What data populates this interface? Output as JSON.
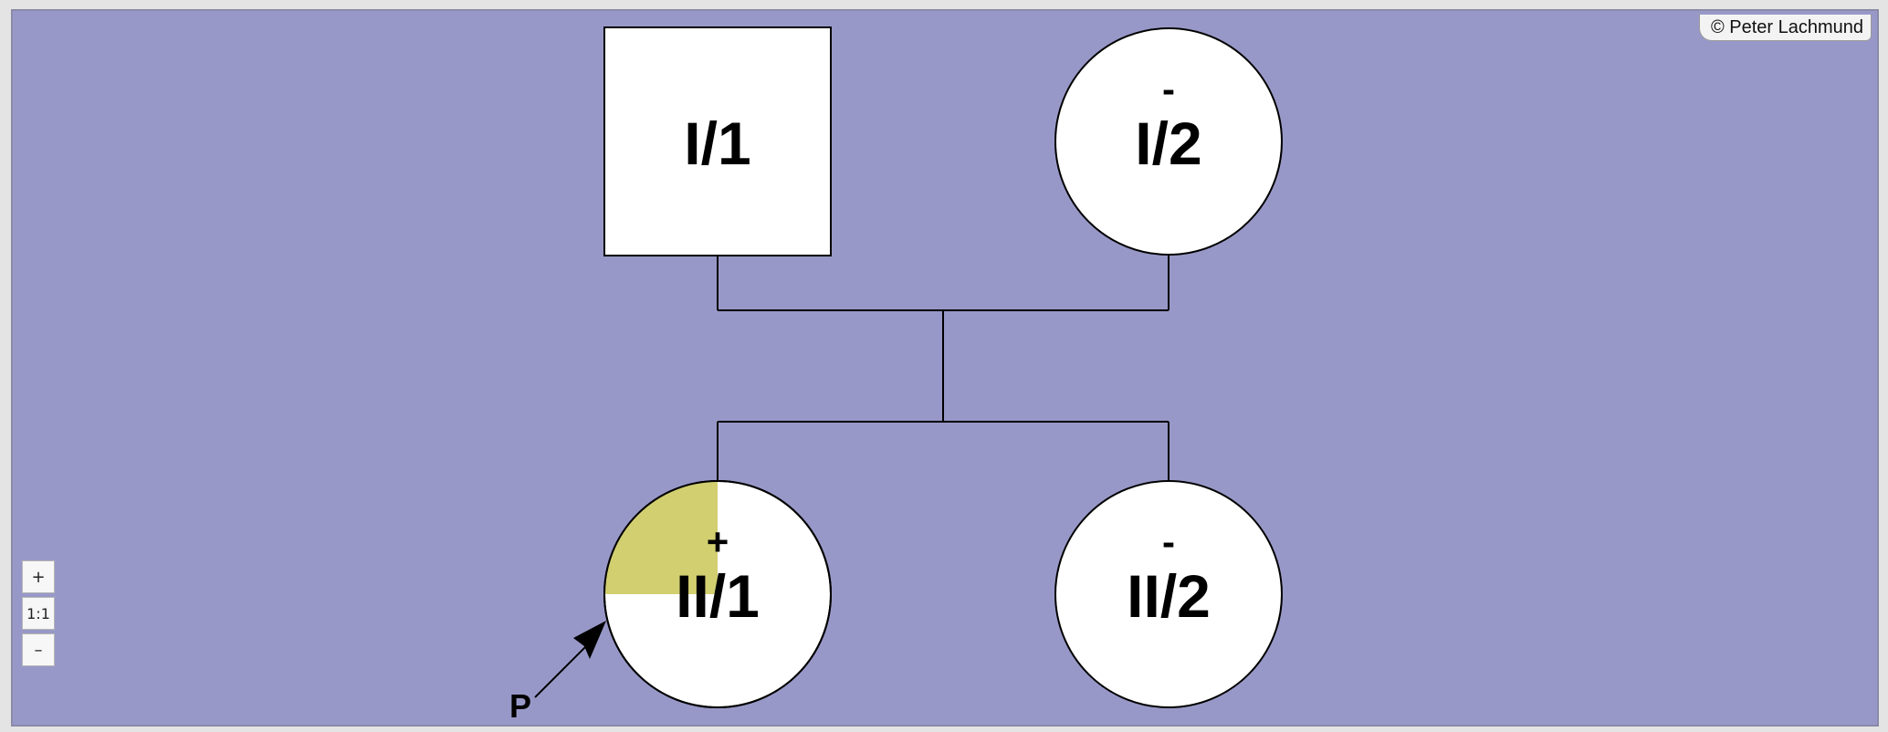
{
  "copyright": "© Peter Lachmund",
  "zoom": {
    "in_label": "+",
    "reset_label": "1:1",
    "out_label": "–"
  },
  "individuals": {
    "I_1": {
      "id": "I/1",
      "sex": "male",
      "status": "",
      "affected_fraction": 0
    },
    "I_2": {
      "id": "I/2",
      "sex": "female",
      "status": "-",
      "affected_fraction": 0
    },
    "II_1": {
      "id": "II/1",
      "sex": "female",
      "status": "+",
      "affected_fraction": 0.25,
      "proband": true
    },
    "II_2": {
      "id": "II/2",
      "sex": "female",
      "status": "-",
      "affected_fraction": 0
    }
  },
  "proband_label": "P",
  "colors": {
    "background": "#9898c8",
    "affected": "#d2cf70",
    "symbol_fill": "#ffffff",
    "line": "#000000"
  }
}
